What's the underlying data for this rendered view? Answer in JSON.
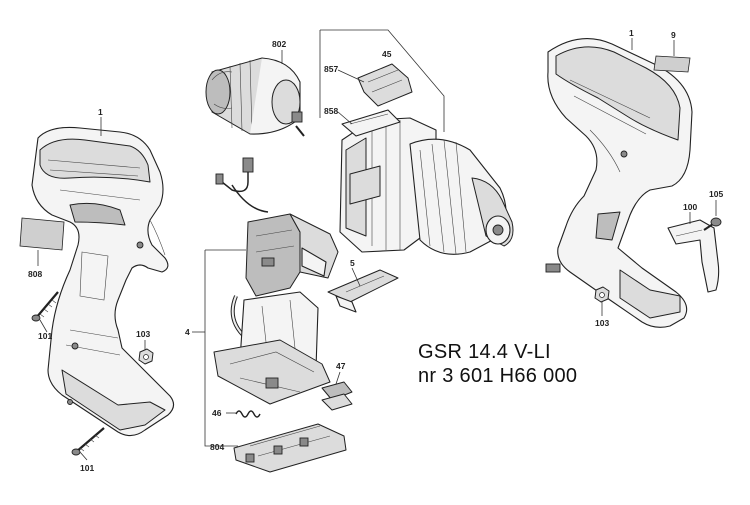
{
  "diagram": {
    "model_title": "GSR 14.4 V-LI",
    "model_number": "nr 3 601 H66 000",
    "parts": {
      "housing_left": "1",
      "housing_right": "1",
      "label_left": "808",
      "label_right": "9",
      "screw_top": "101",
      "screw_bottom": "101",
      "nut_left": "103",
      "nut_right": "103",
      "motor": "802",
      "gearbox_group": "45",
      "gear_part_a": "857",
      "gear_part_b": "858",
      "switch_assembly": "4",
      "switch_slider": "5",
      "spring": "46",
      "small_part": "47",
      "battery_contact": "804",
      "belt_clip": "100",
      "clip_screw": "105"
    }
  }
}
